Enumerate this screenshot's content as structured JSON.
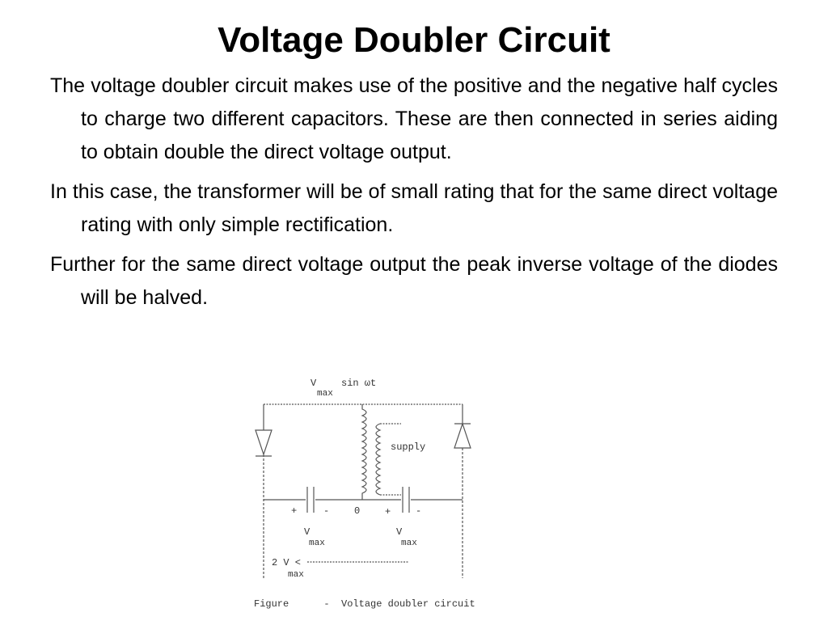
{
  "slide": {
    "title": "Voltage Doubler Circuit",
    "paragraphs": [
      "The voltage doubler circuit makes use of the positive and the negative half cycles to charge two different capacitors. These are then connected in series aiding to obtain double the direct voltage output.",
      "In this case, the transformer will be of small rating that for the same direct voltage rating with only simple rectification.",
      "Further for the same direct voltage output the peak inverse voltage of the diodes will be halved."
    ]
  },
  "figure": {
    "source_label_v": "V",
    "source_label_sub": "max",
    "source_label_sin": "sin ωt",
    "supply_label": "supply",
    "plus_left": "+",
    "minus_left": "-",
    "zero_label": "0",
    "plus_right": "+",
    "minus_right": "-",
    "cap1_v": "V",
    "cap1_sub": "max",
    "cap2_v": "V",
    "cap2_sub": "max",
    "output_label": "2 V <",
    "output_sub": "max",
    "caption": "Figure      -  Voltage doubler circuit"
  }
}
